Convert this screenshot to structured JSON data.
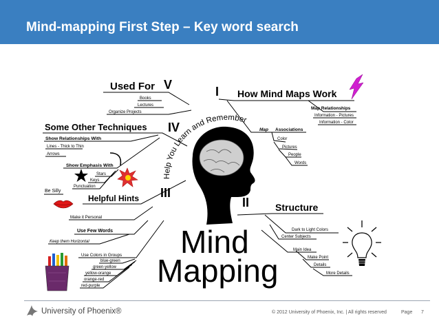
{
  "slide": {
    "title": "Mind-mapping First Step – Key word search",
    "page_number": "7",
    "page_label": "Page",
    "copyright": "© 2012 University of Phoenix, Inc. | All rights reserved",
    "logo_text": "University of Phoenix®"
  },
  "mindmap": {
    "center_text": "Help You Learn and Remember",
    "big_title_line1": "Mind",
    "big_title_line2": "Mapping",
    "branches": {
      "i": {
        "numeral": "I",
        "heading": "How Mind Maps Work",
        "map_relationships_label": "Map Relationships",
        "map_relationships_items": [
          "Information - Pictures",
          "Information - Color"
        ],
        "map_associations_prefix": "Map",
        "map_associations_label": "Associations",
        "associations_items": [
          "Color",
          "Pictures",
          "People",
          "Words"
        ]
      },
      "ii": {
        "numeral": "II",
        "heading": "Structure",
        "items": [
          "Dark to Light Colors",
          "Center Subjects",
          "Main Idea",
          "Make Point",
          "Details",
          "More Details"
        ]
      },
      "iii": {
        "numeral": "III",
        "heading": "Helpful Hints",
        "be_silly": "Be Silly",
        "make_personal": "Make it Personal",
        "use_few_words": "Use Few Words",
        "keep_horizontal": "Keep them Horizontal",
        "use_colors": "Use Colors in Groups",
        "color_items": [
          "blue-green",
          "green-yellow",
          "yellow-orange",
          "orange-red",
          "red-purple"
        ]
      },
      "iv": {
        "numeral": "IV",
        "heading": "Some Other Techniques",
        "show_relationships": "Show Relationships With",
        "relationship_items": [
          "Lines - Thick to Thin",
          "Arrows"
        ],
        "show_emphasis": "Show Emphasis With",
        "emphasis_items": [
          "Stars",
          "Keys",
          "Punctuation"
        ]
      },
      "v": {
        "numeral": "V",
        "heading": "Used For",
        "items": [
          "Books",
          "Lectures",
          "Organize Projects"
        ]
      }
    }
  }
}
